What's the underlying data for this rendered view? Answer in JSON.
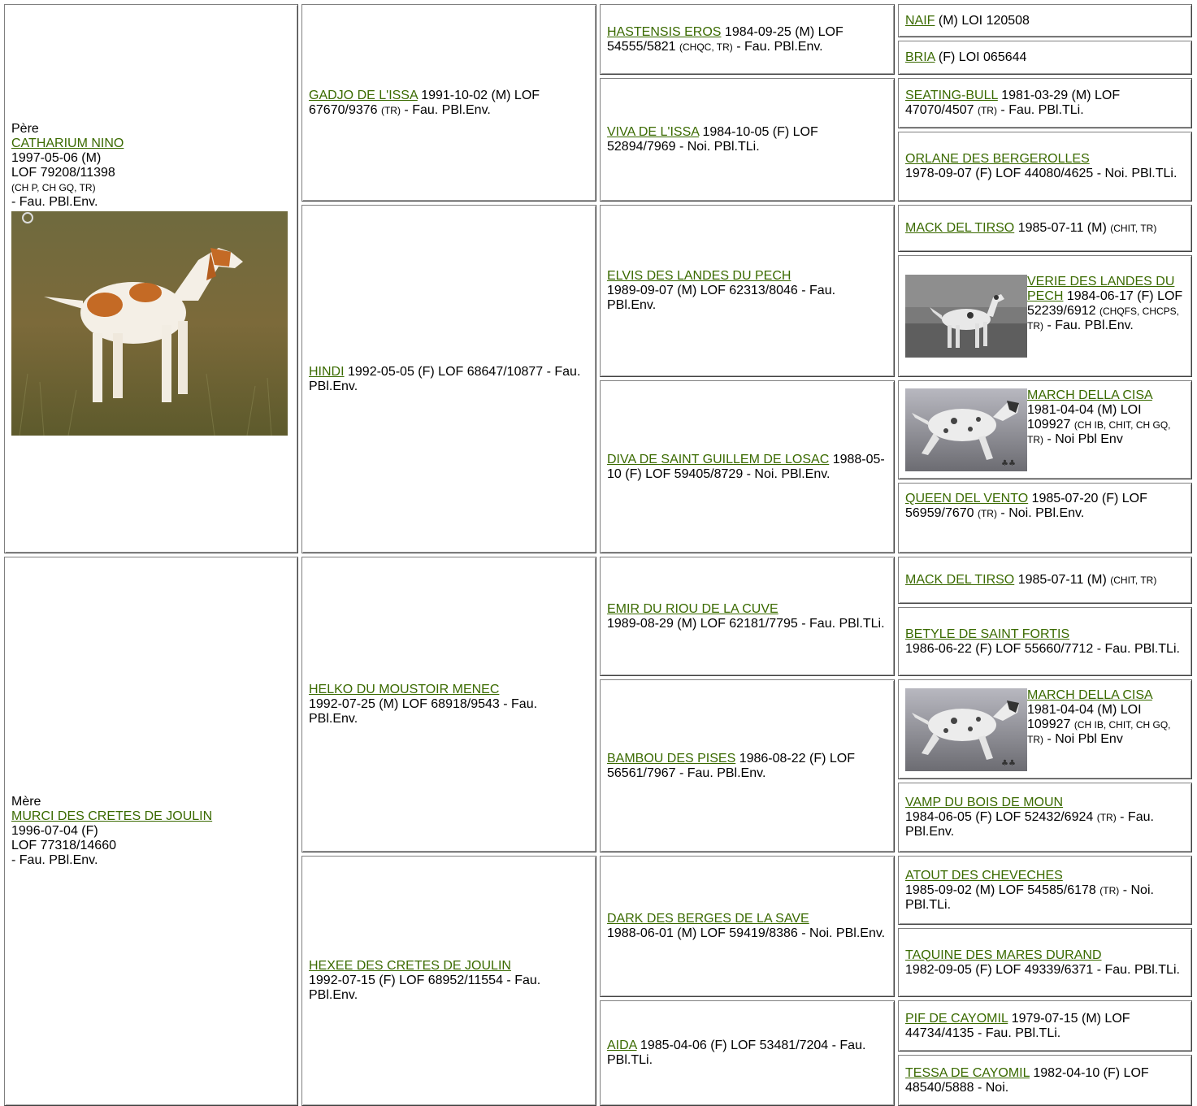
{
  "sire": {
    "role": "Père",
    "name": "CATHARIUM NINO",
    "born": "1997-05-06 (M)",
    "reg": "LOF 79208/11398",
    "titles": "(CH P, CH GQ, TR)",
    "color": "- Fau. PBl.Env."
  },
  "dam": {
    "role": "Mère",
    "name": "MURCI DES CRETES DE JOULIN",
    "born": "1996-07-04 (F)",
    "reg": "LOF 77318/14660",
    "color": "- Fau. PBl.Env."
  },
  "g2": [
    {
      "name": "GADJO DE L'ISSA",
      "pre": " 1991-10-02 (M) LOF 67670/9376 ",
      "titles": "(TR)",
      "post": " - Fau. PBl.Env."
    },
    {
      "name": "HINDI",
      "pre": " 1992-05-05 (F) LOF 68647/10877 - Fau. PBl.Env.",
      "titles": "",
      "post": ""
    },
    {
      "name": "HELKO DU MOUSTOIR MENEC",
      "pre": " 1992-07-25 (M) LOF 68918/9543 - Fau. PBl.Env.",
      "titles": "",
      "post": ""
    },
    {
      "name": "HEXEE DES CRETES DE JOULIN",
      "pre": " 1992-07-15 (F) LOF 68952/11554 - Fau. PBl.Env.",
      "titles": "",
      "post": ""
    }
  ],
  "g3": [
    {
      "name": "HASTENSIS EROS",
      "pre": " 1984-09-25 (M) LOF 54555/5821 ",
      "titles": "(CHQC, TR)",
      "post": " - Fau. PBl.Env."
    },
    {
      "name": "VIVA DE L'ISSA",
      "pre": " 1984-10-05 (F) LOF 52894/7969 - Noi. PBl.TLi.",
      "titles": "",
      "post": ""
    },
    {
      "name": "ELVIS DES LANDES DU PECH",
      "pre": " 1989-09-07 (M) LOF 62313/8046 - Fau. PBl.Env.",
      "titles": "",
      "post": ""
    },
    {
      "name": "DIVA DE SAINT GUILLEM DE LOSAC",
      "pre": " 1988-05-10 (F) LOF 59405/8729 - Noi. PBl.Env.",
      "titles": "",
      "post": ""
    },
    {
      "name": "EMIR DU RIOU DE LA CUVE",
      "pre": " 1989-08-29 (M) LOF 62181/7795 - Fau. PBl.TLi.",
      "titles": "",
      "post": ""
    },
    {
      "name": "BAMBOU DES PISES",
      "pre": " 1986-08-22 (F) LOF 56561/7967 - Fau. PBl.Env.",
      "titles": "",
      "post": ""
    },
    {
      "name": "DARK DES BERGES DE LA SAVE",
      "pre": " 1988-06-01 (M) LOF 59419/8386 - Noi. PBl.Env.",
      "titles": "",
      "post": ""
    },
    {
      "name": "AIDA",
      "pre": " 1985-04-06 (F) LOF 53481/7204 - Fau. PBl.TLi.",
      "titles": "",
      "post": ""
    }
  ],
  "g4": [
    {
      "name": "NAIF",
      "pre": " (M) LOI 120508",
      "titles": "",
      "post": ""
    },
    {
      "name": "BRIA",
      "pre": " (F) LOI 065644",
      "titles": "",
      "post": ""
    },
    {
      "name": "SEATING-BULL",
      "pre": " 1981-03-29 (M) LOF 47070/4507 ",
      "titles": "(TR)",
      "post": " - Fau. PBl.TLi."
    },
    {
      "name": "ORLANE DES BERGEROLLES",
      "pre": " 1978-09-07 (F) LOF 44080/4625 - Noi. PBl.TLi.",
      "titles": "",
      "post": ""
    },
    {
      "name": "MACK DEL TIRSO",
      "pre": " 1985-07-11 (M) ",
      "titles": "(CHIT, TR)",
      "post": ""
    },
    {
      "name": "VERIE DES LANDES DU PECH",
      "pre": " 1984-06-17 (F) LOF 52239/6912 ",
      "titles": "(CHQFS, CHCPS, TR)",
      "post": " - Fau. PBl.Env."
    },
    {
      "name": "MARCH DELLA CISA",
      "pre": " 1981-04-04 (M) LOI 109927 ",
      "titles": "(CH IB, CHIT, CH GQ, TR)",
      "post": " - Noi Pbl Env"
    },
    {
      "name": "QUEEN DEL VENTO",
      "pre": " 1985-07-20 (F) LOF 56959/7670 ",
      "titles": "(TR)",
      "post": " - Noi. PBl.Env."
    },
    {
      "name": "MACK DEL TIRSO",
      "pre": " 1985-07-11 (M) ",
      "titles": "(CHIT, TR)",
      "post": ""
    },
    {
      "name": "BETYLE DE SAINT FORTIS",
      "pre": " 1986-06-22 (F) LOF 55660/7712 - Fau. PBl.TLi.",
      "titles": "",
      "post": ""
    },
    {
      "name": "MARCH DELLA CISA",
      "pre": " 1981-04-04 (M) LOI 109927 ",
      "titles": "(CH IB, CHIT, CH GQ, TR)",
      "post": " - Noi Pbl Env"
    },
    {
      "name": "VAMP DU BOIS DE MOUN",
      "pre": " 1984-06-05 (F) LOF 52432/6924 ",
      "titles": "(TR)",
      "post": " - Fau. PBl.Env."
    },
    {
      "name": "ATOUT DES CHEVECHES",
      "pre": " 1985-09-02 (M) LOF 54585/6178 ",
      "titles": "(TR)",
      "post": " - Noi. PBl.TLi."
    },
    {
      "name": "TAQUINE DES MARES DURAND",
      "pre": " 1982-09-05 (F) LOF 49339/6371 - Fau. PBl.TLi.",
      "titles": "",
      "post": ""
    },
    {
      "name": "PIF DE CAYOMIL",
      "pre": " 1979-07-15 (M) LOF 44734/4135 - Fau. PBl.TLi.",
      "titles": "",
      "post": ""
    },
    {
      "name": "TESSA DE CAYOMIL",
      "pre": " 1982-04-10 (F) LOF 48540/5888 - Noi.",
      "titles": "",
      "post": ""
    }
  ],
  "colors": {
    "link": "#3a6a00",
    "border": "#808080"
  }
}
